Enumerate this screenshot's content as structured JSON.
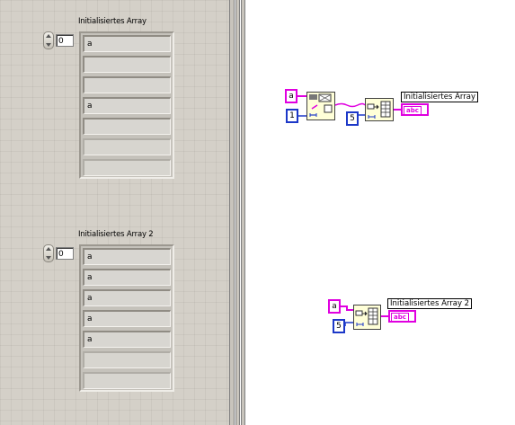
{
  "front_panel": {
    "array1": {
      "label": "Initialisiertes Array",
      "index": "0",
      "elements": [
        "a",
        "",
        "",
        "a",
        "",
        "",
        ""
      ],
      "active_count": 5
    },
    "array2": {
      "label": "Initialisiertes Array 2",
      "index": "0",
      "elements": [
        "a",
        "a",
        "a",
        "a",
        "a",
        "",
        ""
      ],
      "active_count": 5
    }
  },
  "block_diagram": {
    "top": {
      "string_const": "a",
      "dim_const_a": "1",
      "dim_const_b": "5",
      "indicator_label": "Initialisiertes Array",
      "indicator_type": "abc"
    },
    "bottom": {
      "string_const": "a",
      "dim_const": "5",
      "indicator_label": "Initialisiertes Array 2",
      "indicator_type": "abc"
    }
  },
  "colors": {
    "string_wire": "#e000e0",
    "int_wire": "#1c38c8",
    "panel_bg": "#d4d0c8"
  }
}
